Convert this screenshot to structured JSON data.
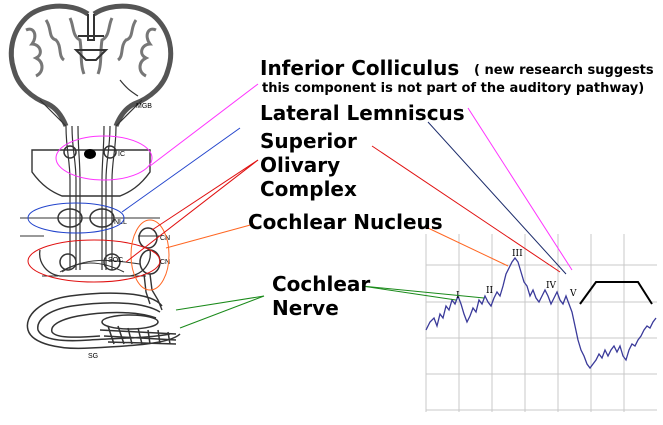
{
  "labels": {
    "inferior_colliculus": "Inferior Colliculus",
    "ic_note_line1": "( new research suggests",
    "ic_note_line2": "this component is not part of the auditory pathway)",
    "lateral_lemniscus": "Lateral Lemniscus",
    "soc_line1": "Superior",
    "soc_line2": "Olivary",
    "soc_line3": "Complex",
    "cochlear_nucleus": "Cochlear Nucleus",
    "nerve_line1": "Cochlear",
    "nerve_line2": "Nerve"
  },
  "anatomy_labels": {
    "mgb": "MGB",
    "ic": "IC",
    "nll": "NLL",
    "soc": "SOC",
    "cn_upper": "CN",
    "cn_lower": "CN",
    "sg": "SG"
  },
  "waveform": {
    "peaks": [
      "I",
      "II",
      "III",
      "IV",
      "V"
    ]
  },
  "colors": {
    "magenta": "#ff33ff",
    "blue": "#2244cc",
    "navy": "#1a2a6a",
    "red": "#e01010",
    "orange": "#ff6622",
    "green": "#1a8a1a",
    "trace": "#3a3a9a",
    "grid": "#c8c8c8",
    "anatomy": "#333333"
  }
}
